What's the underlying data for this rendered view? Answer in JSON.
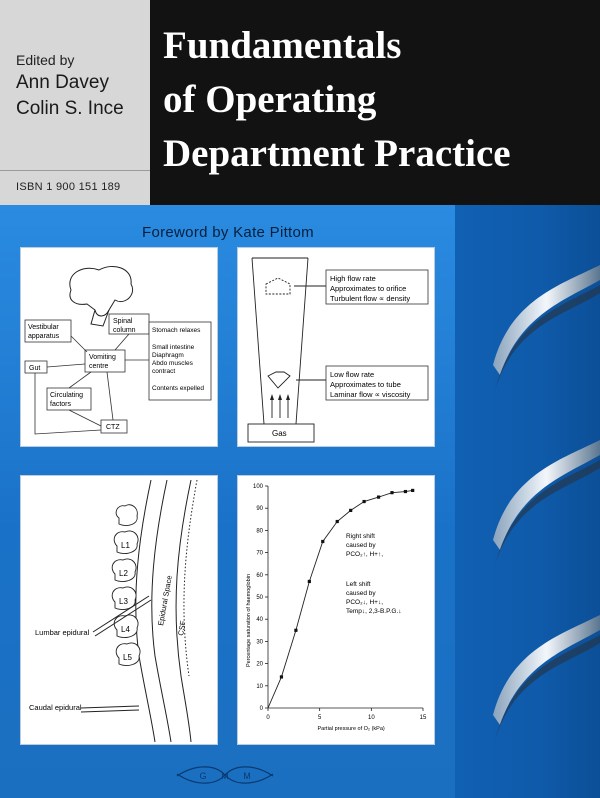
{
  "header": {
    "edited_by": "Edited by",
    "editors": [
      "Ann Davey",
      "Colin S. Ince"
    ],
    "isbn": "ISBN 1 900 151 189",
    "title_lines": [
      "Fundamentals",
      "of Operating",
      "Department Practice"
    ]
  },
  "foreword": "Foreword by Kate Pittom",
  "panel1": {
    "boxes": {
      "vestibular": [
        "Vestibular",
        "apparatus"
      ],
      "spinal": [
        "Spinal",
        "column"
      ],
      "gut": "Gut",
      "vomiting": [
        "Vomiting",
        "centre"
      ],
      "circulating": [
        "Circulating",
        "factors"
      ],
      "ctz": "CTZ",
      "effects": [
        "Stomach relaxes",
        "",
        "Small intestine",
        "Diaphragm",
        "Abdo muscles",
        "contract",
        "",
        "Contents expelled"
      ]
    }
  },
  "panel2": {
    "high": [
      "High flow rate",
      "Approximates to orifice",
      "Turbulent flow ∝ density"
    ],
    "low": [
      "Low flow rate",
      "Approximates to tube",
      "Laminar flow ∝ viscosity"
    ],
    "gas": "Gas"
  },
  "panel3": {
    "vertebrae": [
      "L1",
      "L2",
      "L3",
      "L4",
      "L5"
    ],
    "epidural_space": "Epidural Space",
    "csf": "CSF",
    "lumbar": "Lumbar epidural",
    "caudal": "Caudal epidural"
  },
  "chart_data": {
    "type": "line",
    "x": [
      0,
      1.3,
      2.7,
      4,
      5.3,
      6.7,
      8,
      9.3,
      10.7,
      12,
      13.3,
      14
    ],
    "values": [
      0,
      14,
      35,
      57,
      75,
      84,
      89,
      93,
      95,
      97,
      97.5,
      98
    ],
    "xlabel": "Partial pressure of O₂ (kPa)",
    "ylabel": "Percentage saturation of haemoglobin",
    "xlim": [
      0,
      15
    ],
    "ylim": [
      0,
      100
    ],
    "xticks": [
      "0",
      "5",
      "10",
      "15"
    ],
    "yticks": [
      "0",
      "10",
      "20",
      "30",
      "40",
      "50",
      "60",
      "70",
      "80",
      "90",
      "100"
    ],
    "grid": false,
    "annotations": {
      "right": [
        "Right shift",
        "caused by",
        "PCO₂↑, H+↑,"
      ],
      "left": [
        "Left shift",
        "caused by",
        "PCO₂↓, H+↓,",
        "Temp↓, 2,3-B.P.G.↓"
      ]
    }
  },
  "publisher_logo": "GMM",
  "colors": {
    "header_dark": "#121212",
    "header_light": "#d7d7d7",
    "cover_blue": "#1f7fd6"
  }
}
